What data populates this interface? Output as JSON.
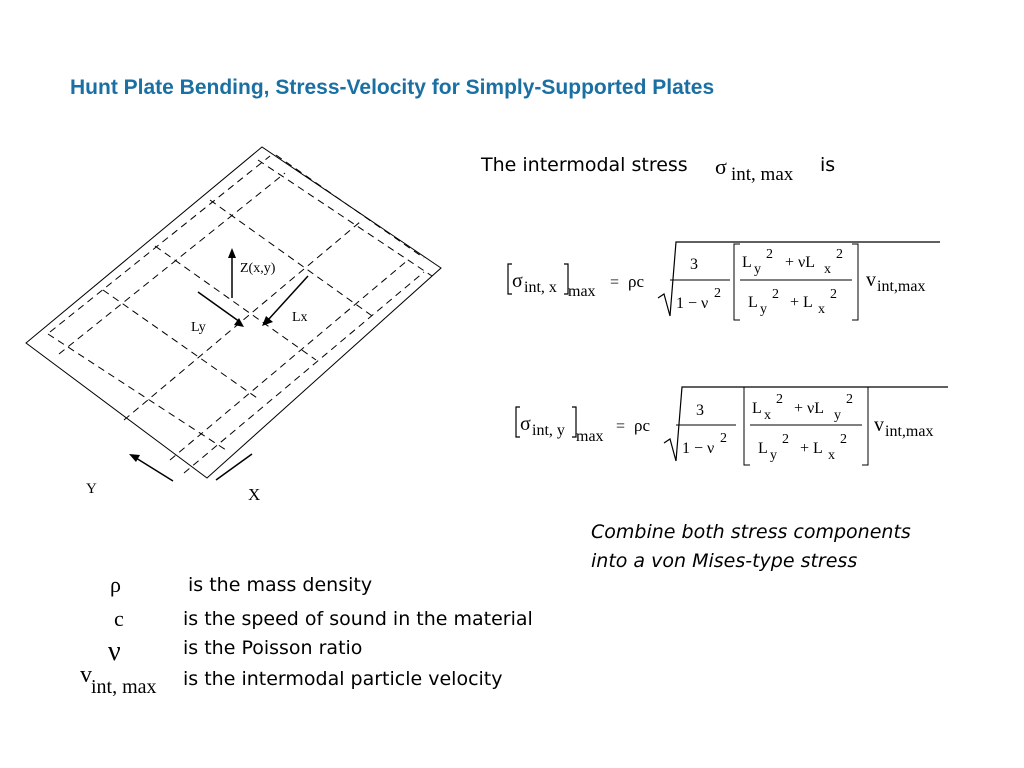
{
  "title": "Hunt Plate Bending, Stress-Velocity for Simply-Supported Plates",
  "intro": {
    "prefix": "The intermodal stress",
    "symbol": "σ",
    "subscript": "int, max",
    "suffix": "is"
  },
  "diagram": {
    "z_label": "Z(x,y)",
    "ly_label": "Ly",
    "lx_label": "Lx",
    "y_axis_label": "Y",
    "x_axis_label": "X"
  },
  "equation_x": {
    "lhs_symbol": "σ",
    "lhs_sub": "int, x",
    "lhs_outer_sub": "max",
    "eq": "=",
    "rho_c": "ρc",
    "three": "3",
    "one_minus_nu": "1 − ν",
    "sq": "2",
    "num_a": "L",
    "num_a_sub": "y",
    "plus_nu": "+ νL",
    "num_b_sub": "x",
    "den_a": "L",
    "den_a_sub": "y",
    "den_plus": "+ L",
    "den_b_sub": "x",
    "v_symbol": "v",
    "v_sub": "int,max"
  },
  "equation_y": {
    "lhs_symbol": "σ",
    "lhs_sub": "int, y",
    "lhs_outer_sub": "max",
    "eq": "=",
    "rho_c": "ρc",
    "three": "3",
    "one_minus_nu": "1 − ν",
    "sq": "2",
    "num_a": "L",
    "num_a_sub": "x",
    "plus_nu": "+ νL",
    "num_b_sub": "y",
    "den_a": "L",
    "den_a_sub": "y",
    "den_plus": "+ L",
    "den_b_sub": "x",
    "v_symbol": "v",
    "v_sub": "int,max"
  },
  "combine_note": {
    "line1": "Combine both stress components",
    "line2": "into a von Mises-type stress"
  },
  "legend": [
    {
      "symbol": "ρ",
      "sub": "",
      "text": "is the mass density"
    },
    {
      "symbol": "c",
      "sub": "",
      "text": "is the speed of sound in the material"
    },
    {
      "symbol": "ν",
      "sub": "",
      "text": "is the Poisson ratio"
    },
    {
      "symbol": "v",
      "sub": "int, max",
      "text": "is the intermodal particle velocity"
    }
  ]
}
